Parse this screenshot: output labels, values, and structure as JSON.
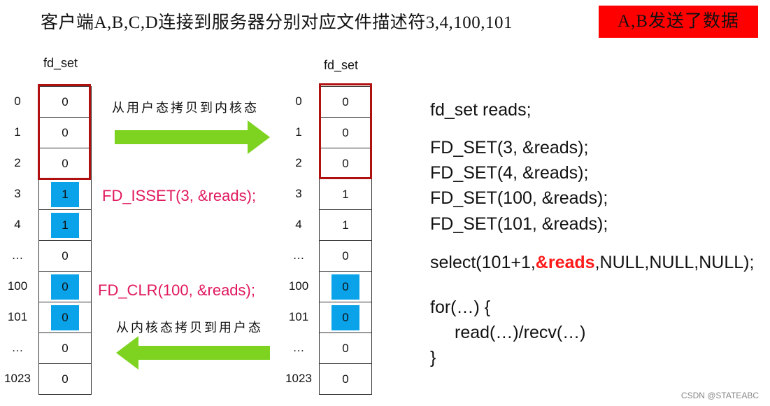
{
  "title": "客户端A,B,C,D连接到服务器分别对应文件描述符3,4,100,101",
  "badge": "A,B发送了数据",
  "left_set": {
    "label": "fd_set",
    "rows": [
      {
        "idx": "0",
        "val": "0",
        "hl": false
      },
      {
        "idx": "1",
        "val": "0",
        "hl": false
      },
      {
        "idx": "2",
        "val": "0",
        "hl": false
      },
      {
        "idx": "3",
        "val": "1",
        "hl": true
      },
      {
        "idx": "4",
        "val": "1",
        "hl": true
      },
      {
        "idx": "…",
        "val": "0",
        "hl": false
      },
      {
        "idx": "100",
        "val": "0",
        "hl": true
      },
      {
        "idx": "101",
        "val": "0",
        "hl": true
      },
      {
        "idx": "…",
        "val": "0",
        "hl": false
      },
      {
        "idx": "1023",
        "val": "0",
        "hl": false
      }
    ]
  },
  "right_set": {
    "label": "fd_set",
    "rows": [
      {
        "idx": "0",
        "val": "0",
        "hl": false
      },
      {
        "idx": "1",
        "val": "0",
        "hl": false
      },
      {
        "idx": "2",
        "val": "0",
        "hl": false
      },
      {
        "idx": "3",
        "val": "1",
        "hl": false
      },
      {
        "idx": "4",
        "val": "1",
        "hl": false
      },
      {
        "idx": "…",
        "val": "0",
        "hl": false
      },
      {
        "idx": "100",
        "val": "0",
        "hl": true
      },
      {
        "idx": "101",
        "val": "0",
        "hl": true
      },
      {
        "idx": "…",
        "val": "0",
        "hl": false
      },
      {
        "idx": "1023",
        "val": "0",
        "hl": false
      }
    ]
  },
  "arrows": {
    "to_kernel": "从用户态拷贝到内核态",
    "to_user": "从内核态拷贝到用户态",
    "color": "#7ed321"
  },
  "macros": {
    "isset": "FD_ISSET(3, &reads);",
    "clr": "FD_CLR(100, &reads);"
  },
  "code": {
    "decl": "fd_set reads;",
    "set1": "FD_SET(3, &reads);",
    "set2": "FD_SET(4, &reads);",
    "set3": "FD_SET(100, &reads);",
    "set4": "FD_SET(101, &reads);",
    "select_pre": "select(101+1,",
    "select_hot": "&reads",
    "select_post": ",NULL,NULL,NULL);",
    "for_open": "for(…) {",
    "read": "read(…)/recv(…)",
    "for_close": "}"
  },
  "watermark": "CSDN @STATEABC",
  "colors": {
    "badge": "#ff0000",
    "highlight": "#0aa2e8",
    "redbox": "#b01010",
    "macro": "#e0185d"
  }
}
